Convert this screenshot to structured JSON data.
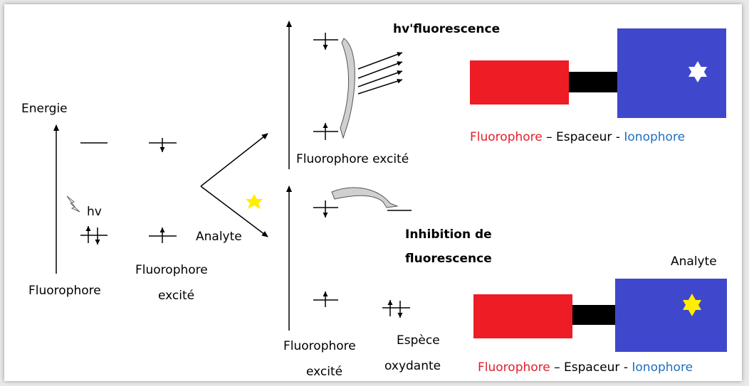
{
  "colors": {
    "fluorophore_red": "#ee1c25",
    "ionophore_blue": "#3f48cc",
    "spacer_black": "#000000",
    "analyte_yellow": "#ffee00",
    "label_red": "#e0202a",
    "label_blue": "#1f6fbf"
  },
  "left": {
    "energy_label": "Energie",
    "hv_label": "hv",
    "fluorophore_label": "Fluorophore",
    "excited_label_line1": "Fluorophore",
    "excited_label_line2": "excité",
    "analyte_label": "Analyte"
  },
  "top_branch": {
    "title": "hv'fluorescence",
    "label": "Fluorophore excité"
  },
  "bottom_branch": {
    "inhibition_line1": "Inhibition de",
    "inhibition_line2": "fluorescence",
    "fluorophore_line1": "Fluorophore",
    "fluorophore_line2": "excité",
    "oxidant_line1": "Espèce",
    "oxidant_line2": "oxydante"
  },
  "sensor_top": {
    "part1": "Fluorophore",
    "sep1": " – ",
    "part2": "Espaceur",
    "sep2": " - ",
    "part3": "Ionophore"
  },
  "sensor_bottom": {
    "analyte_label": "Analyte",
    "part1": "Fluorophore",
    "sep1": " – ",
    "part2": "Espaceur",
    "sep2": " - ",
    "part3": "Ionophore"
  }
}
